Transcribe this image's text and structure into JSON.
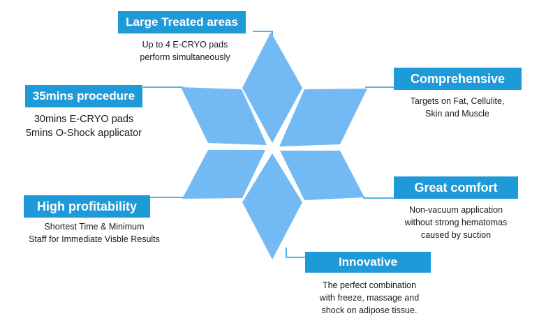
{
  "colors": {
    "accent": "#1e9ad8",
    "petal": "#73b9f4",
    "text": "#1a1a1a"
  },
  "features": [
    {
      "key": "large-treated-areas",
      "title": "Large Treated areas",
      "lines": [
        "Up to 4 E-CRYO pads",
        "perform simultaneously"
      ]
    },
    {
      "key": "comprehensive",
      "title": "Comprehensive",
      "lines": [
        "Targets on Fat, Cellulite,",
        "Skin and Muscle"
      ]
    },
    {
      "key": "35mins-procedure",
      "title": "35mins procedure",
      "lines": [
        "30mins E-CRYO pads",
        "5mins O-Shock applicator"
      ]
    },
    {
      "key": "great-comfort",
      "title": "Great comfort",
      "lines": [
        "Non-vacuum application",
        "without strong hematomas",
        "caused by suction"
      ]
    },
    {
      "key": "high-profitability",
      "title": "High profitability",
      "lines": [
        "Shortest Time  & Minimum",
        "Staff for Immediate Visble Results"
      ]
    },
    {
      "key": "innovative",
      "title": "Innovative",
      "lines": [
        "The perfect combination",
        "with freeze, massage and",
        "shock on adipose tissue."
      ]
    }
  ]
}
